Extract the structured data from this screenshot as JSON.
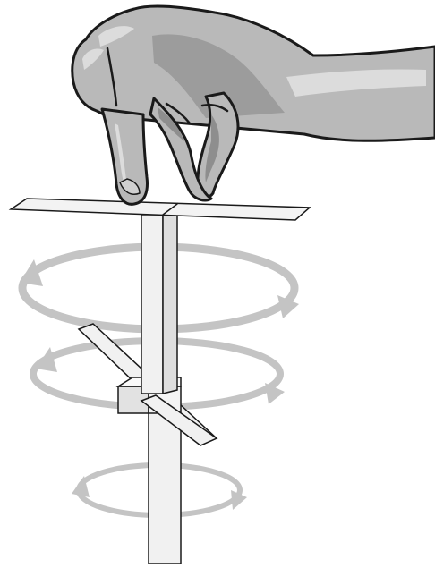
{
  "illustration": {
    "subject": "hand-spinning-paper-rotor",
    "colors": {
      "skin_base": "#b9b9b9",
      "skin_shade": "#8e8e8e",
      "skin_highlight": "#dcdcdc",
      "paper": "#f1f1f1",
      "paper_edge": "#9a9a9a",
      "arrow": "#c4c4c4",
      "outline": "#1a1a1a"
    },
    "rotation_arrows": [
      "upper",
      "middle",
      "lower"
    ]
  }
}
